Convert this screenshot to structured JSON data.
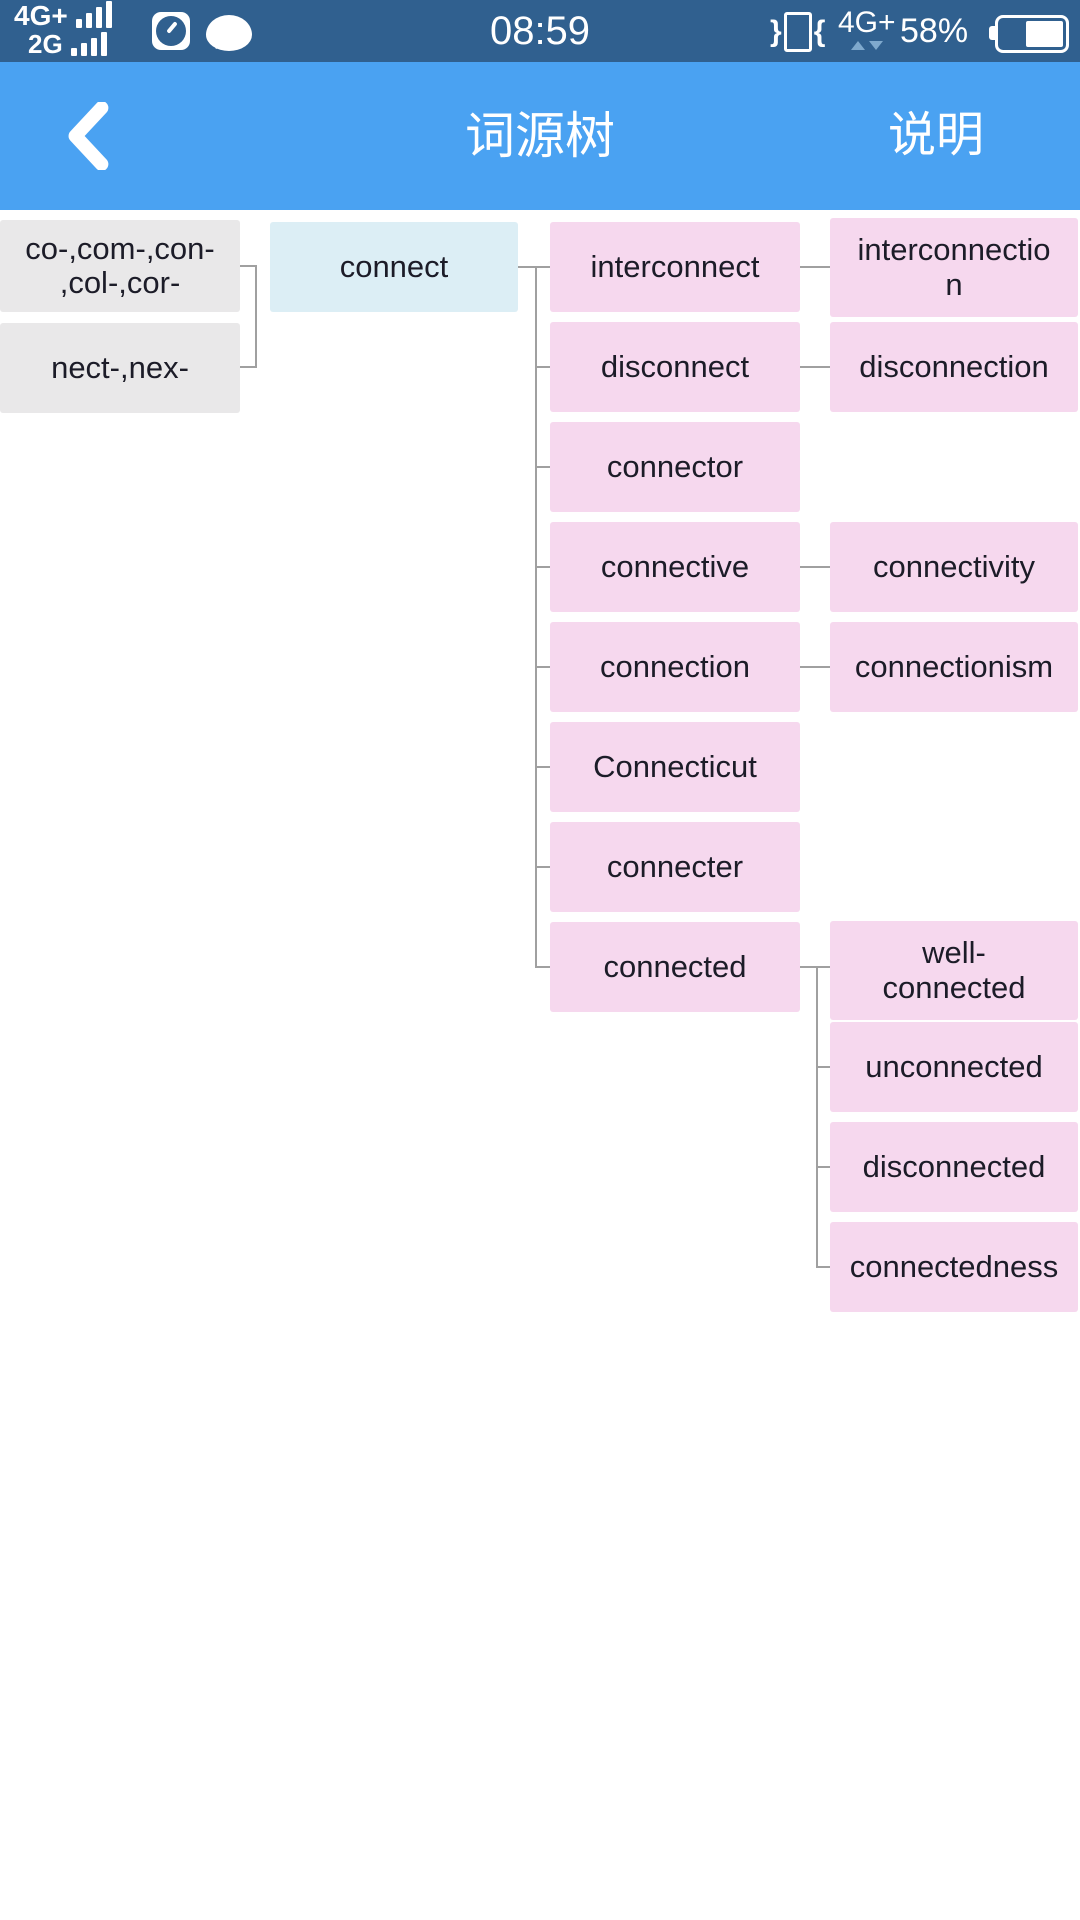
{
  "status_bar": {
    "network1": "4G+",
    "network2": "2G",
    "time": "08:59",
    "network3": "4G+",
    "battery_percent": "58%",
    "battery_level": 0.58,
    "colors": {
      "background": "#30608f",
      "foreground": "#ffffff",
      "data_arrows": "#7fa9cd"
    }
  },
  "nav_bar": {
    "title": "词源树",
    "action_label": "说明",
    "colors": {
      "background": "#4aa2f2",
      "foreground": "#ffffff"
    }
  },
  "tree": {
    "colors": {
      "prefix_box": "#e9e8e9",
      "root_box": "#dceef5",
      "word_box": "#f6d8ee",
      "line": "#a0a0a0",
      "text": "#1c1c28"
    },
    "nodes": [
      {
        "id": "prefix-co",
        "label": "co-,com-,con-\n,col-,cor-",
        "type": "prefix"
      },
      {
        "id": "prefix-nect",
        "label": "nect-,nex-",
        "type": "prefix"
      },
      {
        "id": "connect",
        "label": "connect",
        "type": "root",
        "parent": null
      },
      {
        "id": "interconnect",
        "label": "interconnect",
        "type": "derivative",
        "parent": "connect"
      },
      {
        "id": "disconnect",
        "label": "disconnect",
        "type": "derivative",
        "parent": "connect"
      },
      {
        "id": "connector",
        "label": "connector",
        "type": "derivative",
        "parent": "connect"
      },
      {
        "id": "connective",
        "label": "connective",
        "type": "derivative",
        "parent": "connect"
      },
      {
        "id": "connection",
        "label": "connection",
        "type": "derivative",
        "parent": "connect"
      },
      {
        "id": "Connecticut",
        "label": "Connecticut",
        "type": "derivative",
        "parent": "connect"
      },
      {
        "id": "connecter",
        "label": "connecter",
        "type": "derivative",
        "parent": "connect"
      },
      {
        "id": "connected",
        "label": "connected",
        "type": "derivative",
        "parent": "connect"
      },
      {
        "id": "interconnection",
        "label": "interconnectio\nn",
        "type": "derivative",
        "parent": "interconnect"
      },
      {
        "id": "disconnection",
        "label": "disconnection",
        "type": "derivative",
        "parent": "disconnect"
      },
      {
        "id": "connectivity",
        "label": "connectivity",
        "type": "derivative",
        "parent": "connective"
      },
      {
        "id": "connectionism",
        "label": "connectionism",
        "type": "derivative",
        "parent": "connection"
      },
      {
        "id": "well-connected",
        "label": "well-\nconnected",
        "type": "derivative",
        "parent": "connected"
      },
      {
        "id": "unconnected",
        "label": "unconnected",
        "type": "derivative",
        "parent": "connected"
      },
      {
        "id": "disconnected",
        "label": "disconnected",
        "type": "derivative",
        "parent": "connected"
      },
      {
        "id": "connectedness",
        "label": "connectedness",
        "type": "derivative",
        "parent": "connected"
      }
    ]
  }
}
